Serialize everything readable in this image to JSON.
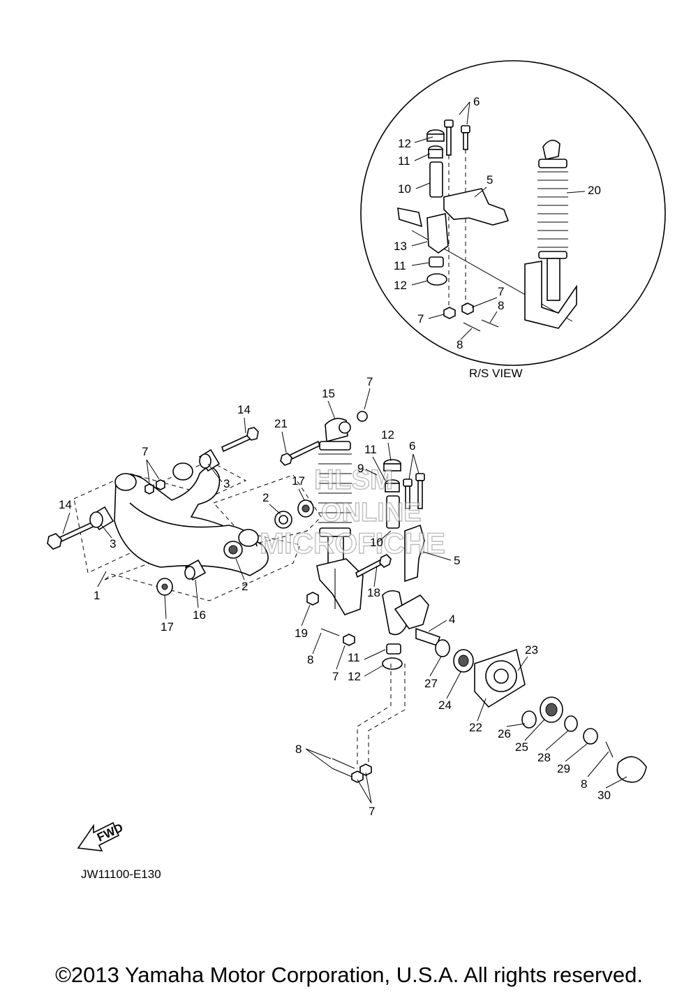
{
  "labels": {
    "inset": {
      "p6": "6",
      "p12a": "12",
      "p11a": "11",
      "p10": "10",
      "p5": "5",
      "p20": "20",
      "p13": "13",
      "p11b": "11",
      "p12b": "12",
      "p7a": "7",
      "p8a": "8",
      "p7b": "7",
      "p8b": "8"
    },
    "main": {
      "p7top": "7",
      "p15": "15",
      "p14top": "14",
      "p21": "21",
      "p12": "12",
      "p11": "11",
      "p9": "9",
      "p6": "6",
      "p7arm": "7",
      "p3top": "3",
      "p17top": "17",
      "p2top": "2",
      "p14left": "14",
      "p3left": "3",
      "p10": "10",
      "p5": "5",
      "p1": "1",
      "p2bot": "2",
      "p18": "18",
      "p4": "4",
      "p17bot": "17",
      "p16": "16",
      "p19": "19",
      "p8mid": "8",
      "p7mid": "7",
      "p11bot": "11",
      "p12bot": "12",
      "p23": "23",
      "p27": "27",
      "p24": "24",
      "p22": "22",
      "p26": "26",
      "p25": "25",
      "p28": "28",
      "p29": "29",
      "p8right": "8",
      "p30": "30",
      "p8low": "8",
      "p7low": "7"
    }
  },
  "view_caption": "R/S VIEW",
  "fwd_label": "FWD",
  "diagram_code": "JW11100-E130",
  "copyright": "©2013 Yamaha Motor Corporation, U.S.A. All rights reserved.",
  "watermark": {
    "line1": "HLSM",
    "line2": "ONLINE",
    "line3": "MICROFICHE"
  }
}
